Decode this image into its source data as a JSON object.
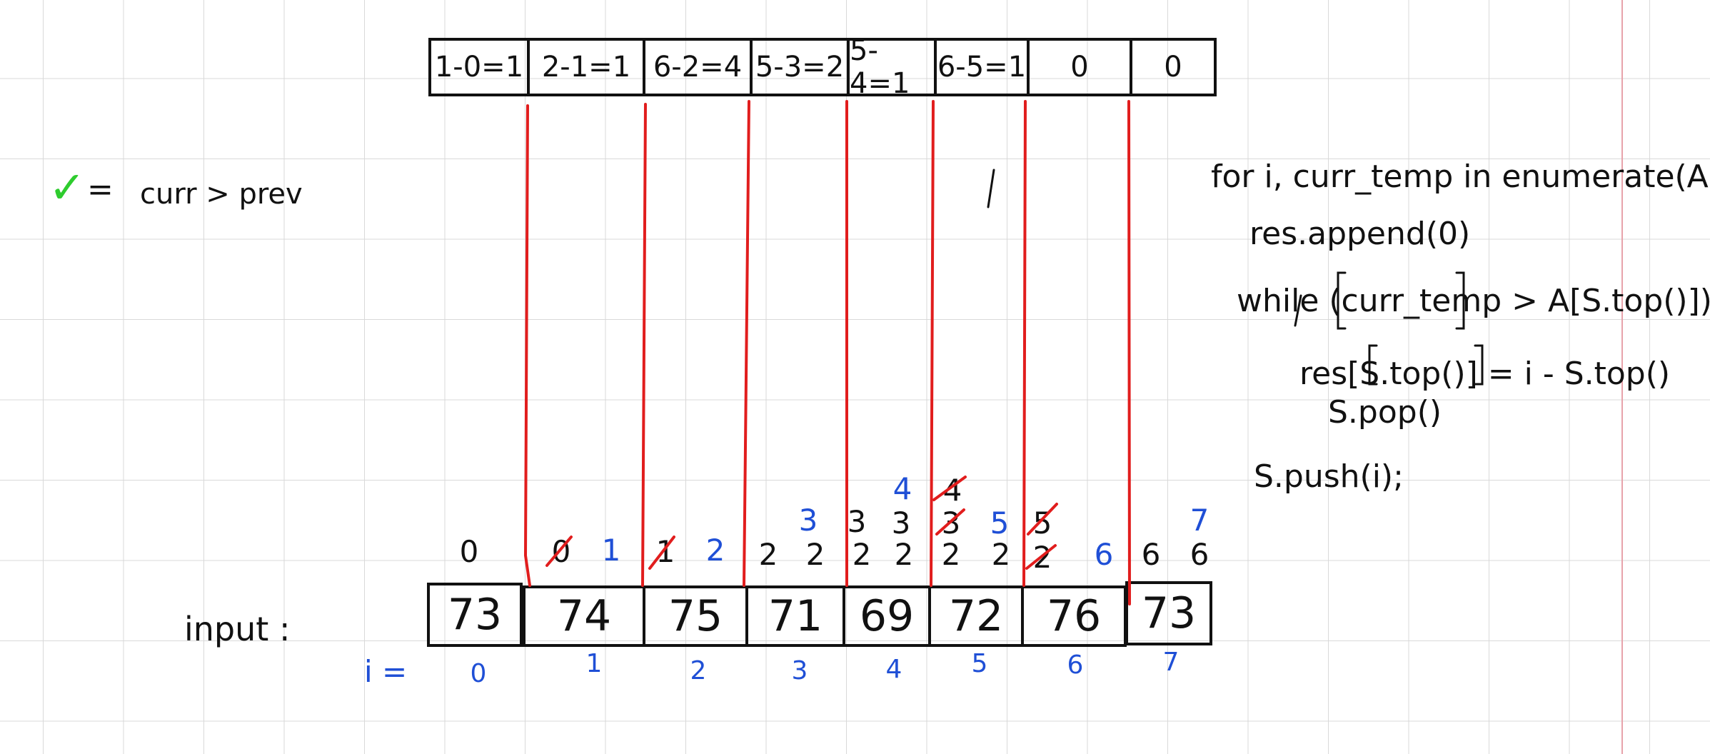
{
  "result": {
    "cells": [
      "1-0=1",
      "2-1=1",
      "6-2=4",
      "5-3=2",
      "5-4=1",
      "6-5=1",
      "0",
      "0"
    ]
  },
  "legend": {
    "check": "✓",
    "equals": "=",
    "text": "curr > prev"
  },
  "input": {
    "label": "input :",
    "values": [
      "73",
      "74",
      "75",
      "71",
      "69",
      "72",
      "76",
      "73"
    ]
  },
  "index": {
    "label": "i =",
    "values": [
      "0",
      "1",
      "2",
      "3",
      "4",
      "5",
      "6",
      "7"
    ]
  },
  "stack": {
    "marks": [
      {
        "text": "0",
        "color": "#111111",
        "struck": false
      },
      {
        "text": "0",
        "color": "#111111",
        "struck": true
      },
      {
        "text": "1",
        "color": "#1f4fd6",
        "struck": false
      },
      {
        "text": "1",
        "color": "#111111",
        "struck": true
      },
      {
        "text": "2",
        "color": "#1f4fd6",
        "struck": false
      },
      {
        "text": "2",
        "color": "#111111",
        "struck": false
      },
      {
        "text": "2",
        "color": "#111111",
        "struck": false
      },
      {
        "text": "3",
        "color": "#1f4fd6",
        "struck": false
      },
      {
        "text": "2",
        "color": "#111111",
        "struck": false
      },
      {
        "text": "3",
        "color": "#111111",
        "struck": false
      },
      {
        "text": "2",
        "color": "#111111",
        "struck": false
      },
      {
        "text": "3",
        "color": "#111111",
        "struck": false
      },
      {
        "text": "4",
        "color": "#1f4fd6",
        "struck": false
      },
      {
        "text": "2",
        "color": "#111111",
        "struck": false
      },
      {
        "text": "3",
        "color": "#111111",
        "struck": true
      },
      {
        "text": "4",
        "color": "#111111",
        "struck": true
      },
      {
        "text": "2",
        "color": "#111111",
        "struck": false
      },
      {
        "text": "5",
        "color": "#1f4fd6",
        "struck": false
      },
      {
        "text": "2",
        "color": "#111111",
        "struck": true
      },
      {
        "text": "5",
        "color": "#111111",
        "struck": true
      },
      {
        "text": "6",
        "color": "#1f4fd6",
        "struck": false
      },
      {
        "text": "6",
        "color": "#111111",
        "struck": false
      },
      {
        "text": "6",
        "color": "#111111",
        "struck": false
      },
      {
        "text": "7",
        "color": "#1f4fd6",
        "struck": false
      }
    ]
  },
  "code": {
    "lines": [
      "for i, curr_temp in enumerate(A):",
      "res.append(0)",
      "while (curr_temp > A[S.top()]):",
      "res[S.top()] = i - S.top()",
      "S.pop()",
      "S.push(i);"
    ]
  },
  "colors": {
    "ink": "#111111",
    "blue": "#1f4fd6",
    "red": "#e11d1d",
    "green": "#2ecc2e",
    "grid": "#d9d9d9",
    "margin": "#e8a3ab"
  }
}
